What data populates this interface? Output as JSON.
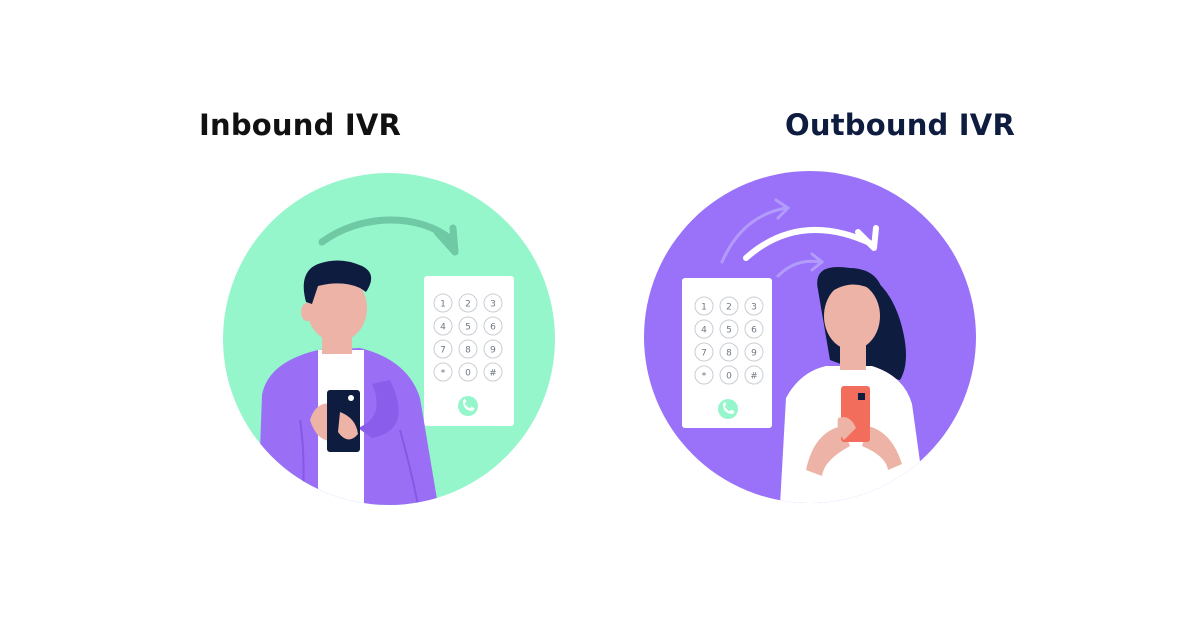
{
  "inbound": {
    "title": "Inbound IVR",
    "title_color": "#111111",
    "circle_color": "#96F6CB",
    "arrow_color": "#6FC9A4",
    "jacket_color": "#9A6FF6",
    "keys": [
      "1",
      "2",
      "3",
      "4",
      "5",
      "6",
      "7",
      "8",
      "9",
      "*",
      "0",
      "#"
    ],
    "call_icon": "phone-call-icon"
  },
  "outbound": {
    "title": "Outbound IVR",
    "title_color": "#0E1C3F",
    "circle_color": "#9A72FA",
    "arrow_color": "#FFFFFF",
    "phone_color": "#F26D5B",
    "keys": [
      "1",
      "2",
      "3",
      "4",
      "5",
      "6",
      "7",
      "8",
      "9",
      "*",
      "0",
      "#"
    ],
    "call_icon": "phone-call-icon"
  },
  "colors": {
    "skin": "#EDB3A6",
    "hair": "#0E1C3F",
    "shirt": "#FFFFFF",
    "key_stroke": "#C9CDD3",
    "key_text": "#6F7785",
    "call_button": "#96F6CB"
  }
}
